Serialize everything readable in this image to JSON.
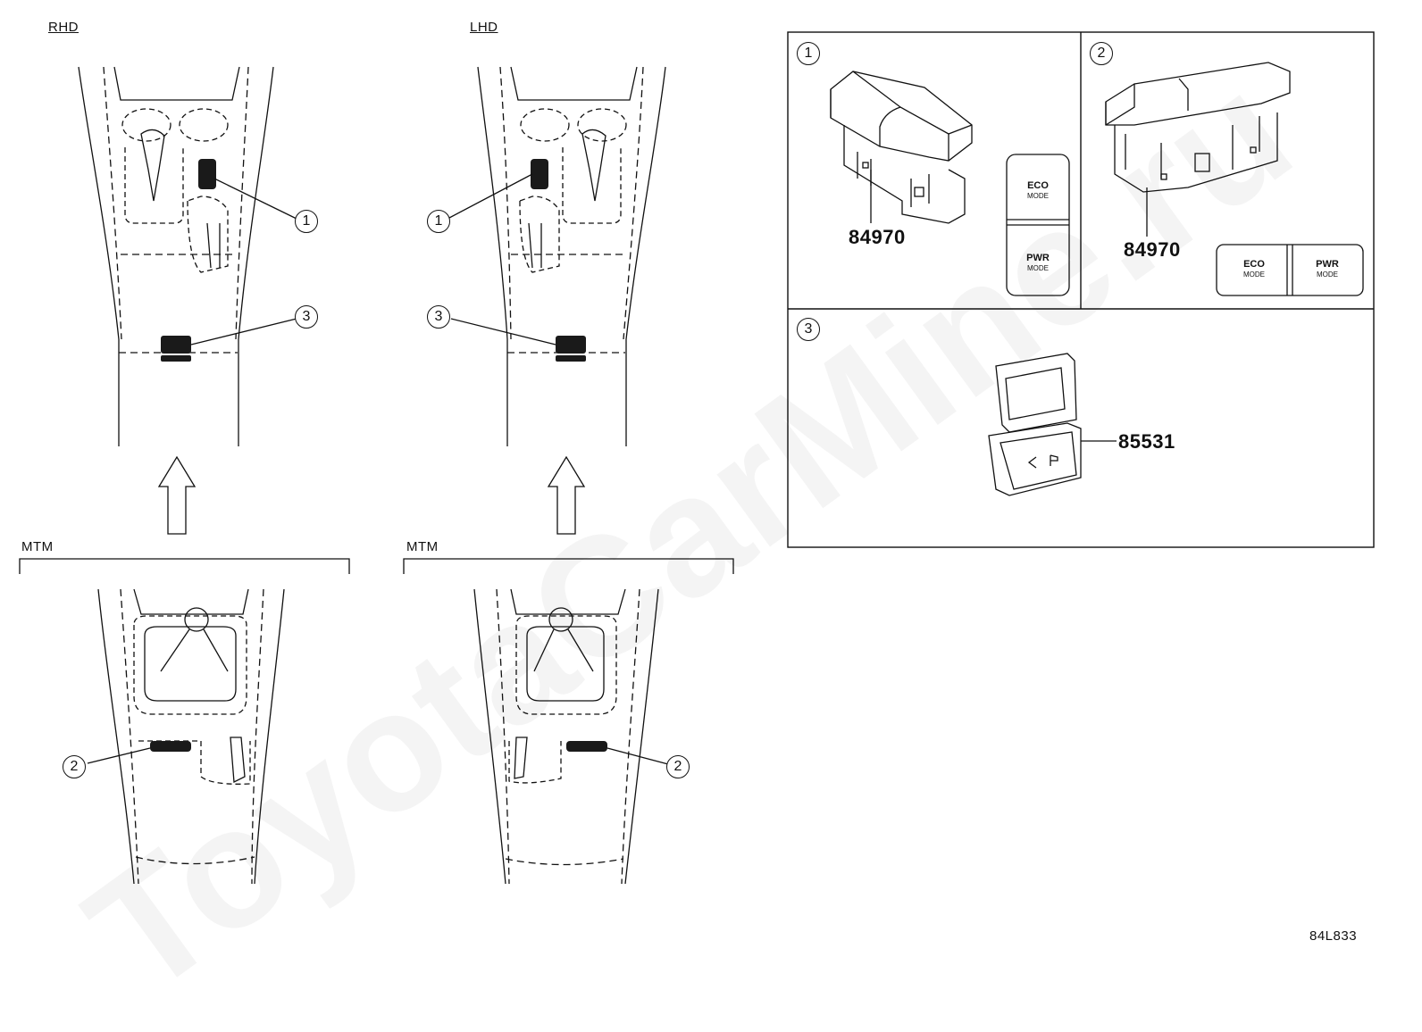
{
  "labels": {
    "rhd": "RHD",
    "lhd": "LHD",
    "mtm_left": "MTM",
    "mtm_right": "MTM",
    "diagram_code": "84L833"
  },
  "callouts": {
    "c1": "1",
    "c2": "2",
    "c3": "3"
  },
  "panels": {
    "p1": {
      "part_number": "84970",
      "eco": "ECO",
      "eco_sub": "MODE",
      "pwr": "PWR",
      "pwr_sub": "MODE"
    },
    "p2": {
      "part_number": "84970",
      "eco": "ECO",
      "eco_sub": "MODE",
      "pwr": "PWR",
      "pwr_sub": "MODE"
    },
    "p3": {
      "part_number": "85531"
    }
  },
  "watermark": "ToyotaCarMine.ru",
  "colors": {
    "line": "#111111",
    "part_fill": "#1a1a1a",
    "watermark": "#000000"
  }
}
